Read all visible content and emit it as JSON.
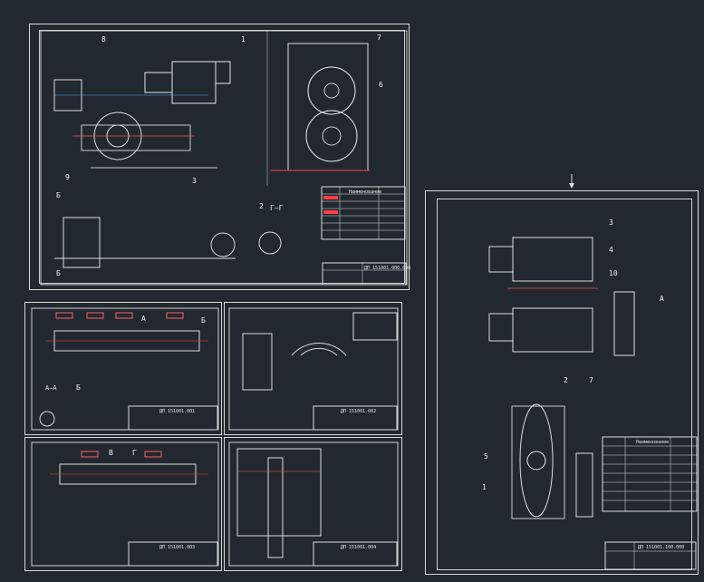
{
  "drawing": {
    "sheet1": {
      "callouts": [
        "1",
        "7",
        "6",
        "8",
        "9",
        "2",
        "3"
      ],
      "section_marks": [
        "Б",
        "Б",
        "Г–Г"
      ],
      "stamp_code": "ДП 151001.000.000",
      "spec_title": "Наименование"
    },
    "sheet2": {
      "callouts": [
        "А",
        "Б",
        "Б"
      ],
      "section": "А–А",
      "stamp_code": "ДП 151001.001"
    },
    "sheet3": {
      "stamp_code": "ДП 151001.002"
    },
    "sheet4": {
      "callouts": [
        "В",
        "Г"
      ],
      "stamp_code": "ДП 151001.003"
    },
    "sheet5": {
      "stamp_code": "ДП 151001.004"
    },
    "sheet6": {
      "callouts": [
        "3",
        "4",
        "10",
        "А",
        "2",
        "7",
        "5",
        "1"
      ],
      "section": "А",
      "stamp_code": "ДП 151001.100.000",
      "spec_title": "Наименование"
    }
  }
}
